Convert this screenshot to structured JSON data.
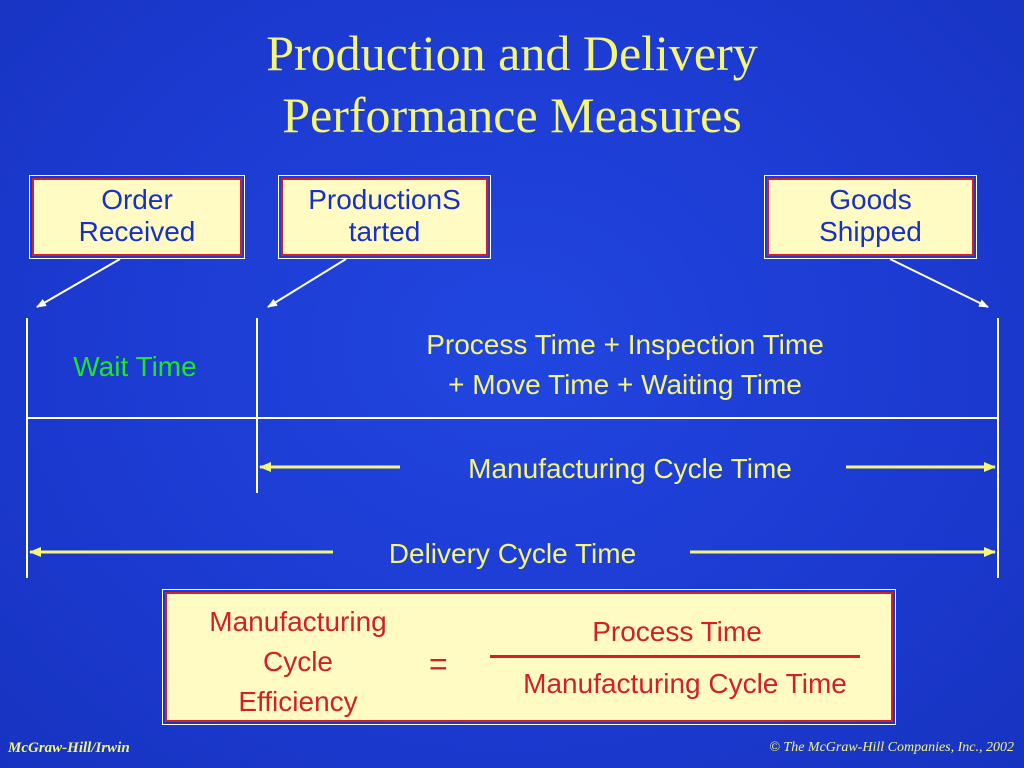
{
  "title": {
    "line1": "Production and Delivery",
    "line2": "Performance Measures"
  },
  "events": {
    "order_received": [
      "Order",
      "Received"
    ],
    "production_started": [
      "ProductionS",
      "tarted"
    ],
    "goods_shipped": [
      "Goods",
      "Shipped"
    ]
  },
  "segments": {
    "wait_time": "Wait Time",
    "process_line1": "Process Time + Inspection Time",
    "process_line2": "+ Move Time + Waiting Time",
    "manufacturing_cycle_time": "Manufacturing Cycle Time",
    "delivery_cycle_time": "Delivery Cycle Time"
  },
  "formula": {
    "label": [
      "Manufacturing",
      "Cycle",
      "Efficiency"
    ],
    "equals": "=",
    "numerator": "Process Time",
    "denominator": "Manufacturing Cycle Time"
  },
  "footer": {
    "left": "McGraw-Hill/Irwin",
    "right": "© The McGraw-Hill Companies, Inc., 2002"
  },
  "colors": {
    "background": "#1f3ed6",
    "title": "#f5f57a",
    "box_fill": "#fffbc2",
    "box_border": "#d0202a",
    "box_text": "#1730c8",
    "wait_text": "#22e522",
    "formula_text": "#d0202a"
  }
}
